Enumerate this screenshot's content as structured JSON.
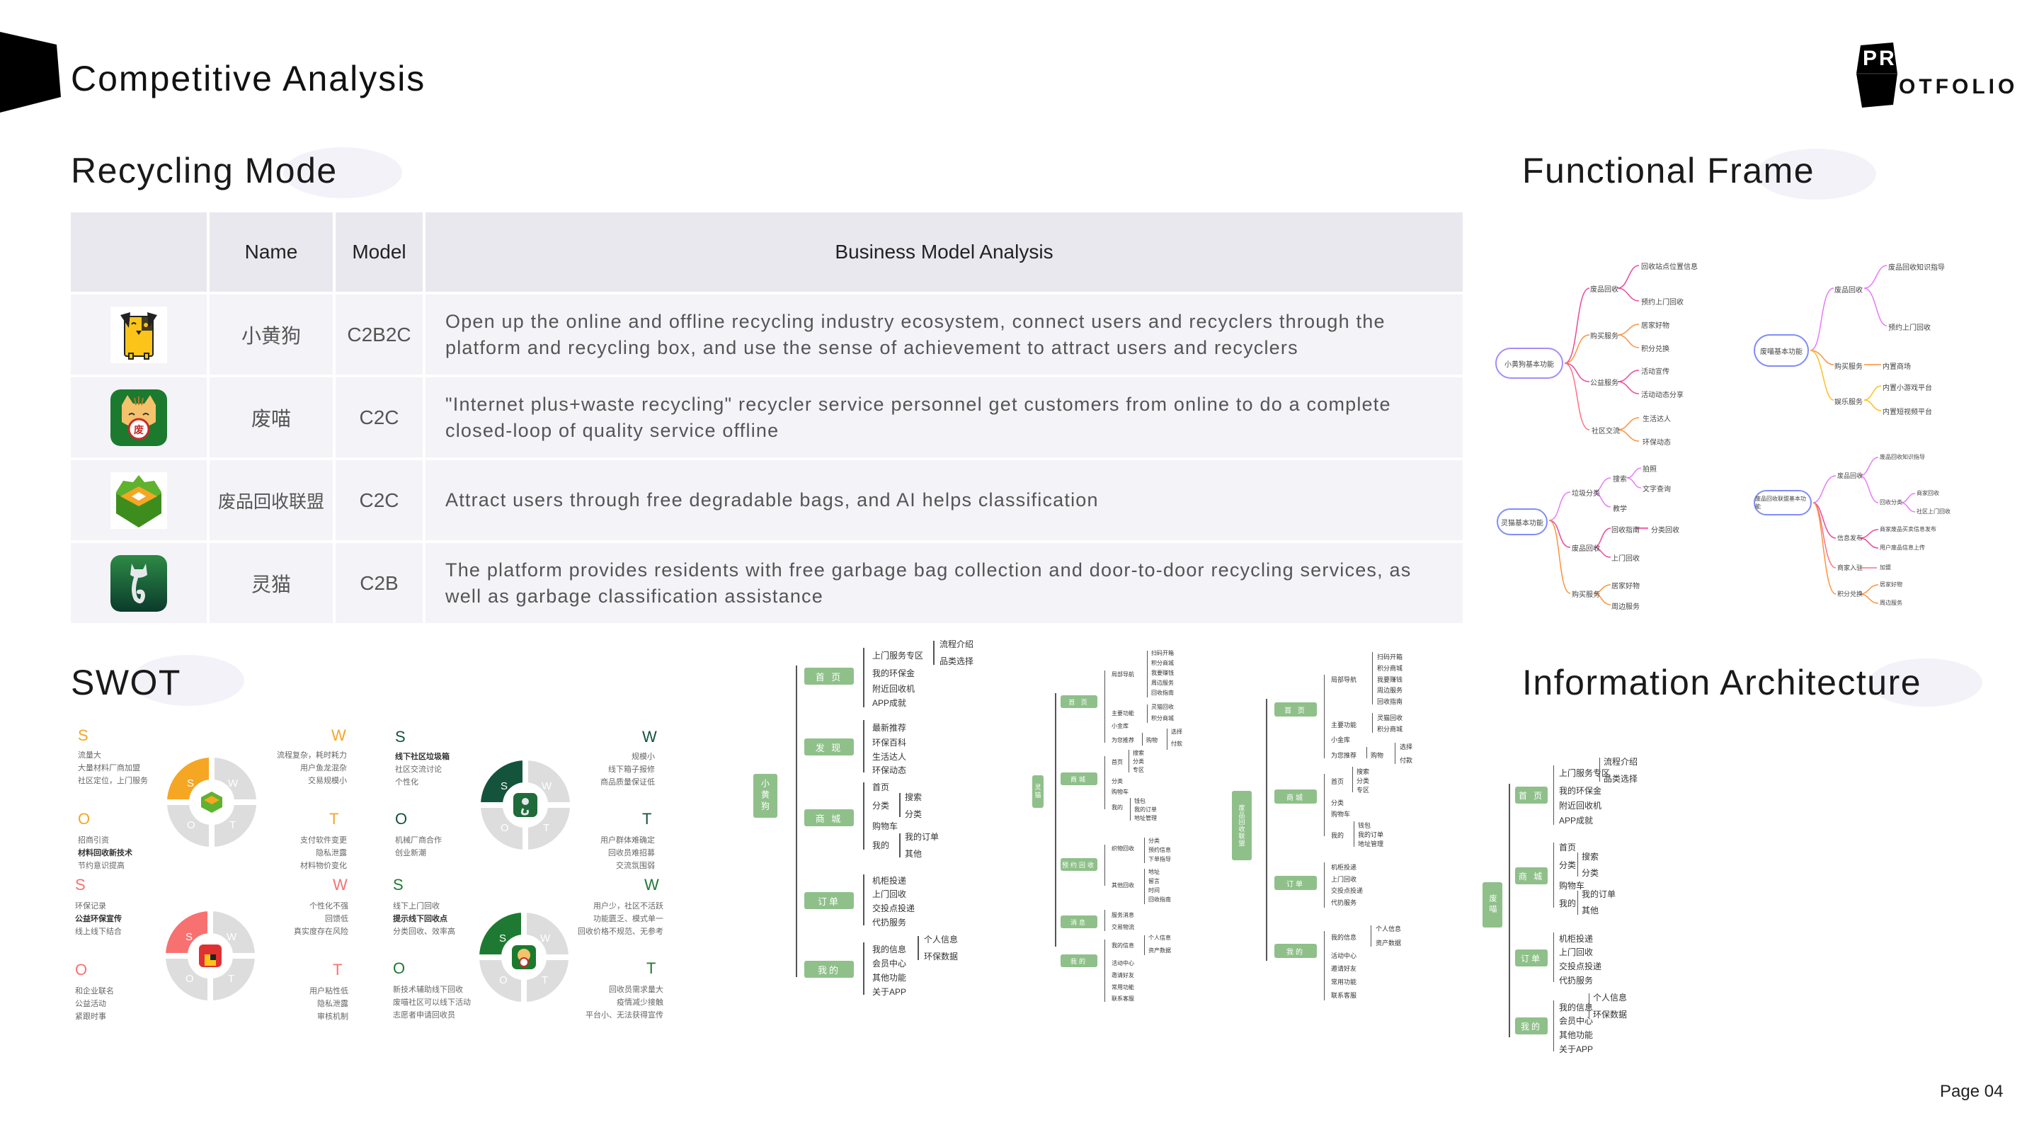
{
  "header": {
    "title": "Competitive Analysis",
    "logo": {
      "block_text": "PR",
      "rest_text": "OTFOLIO"
    }
  },
  "sections": {
    "recycling_mode": "Recycling Mode",
    "functional_frame": "Functional Frame",
    "swot": "SWOT",
    "information_architecture": "Information Architecture"
  },
  "table": {
    "headers": [
      "",
      "Name",
      "Model",
      "Business Model Analysis"
    ],
    "rows": [
      {
        "icon": "yellow-dog-app-icon",
        "name": "小黄狗",
        "model": "C2B2C",
        "analysis": "Open up the online and offline recycling industry ecosystem, connect users and recyclers through the platform and recycling box, and use the sense of achievement to attract users and recyclers"
      },
      {
        "icon": "waste-cat-app-icon",
        "name": "废喵",
        "model": "C2C",
        "analysis": "\"Internet plus+waste recycling\" recycler service personnel get customers from online to do a complete closed-loop of quality service offline"
      },
      {
        "icon": "recycling-alliance-app-icon",
        "name": "废品回收联盟",
        "model": "C2C",
        "analysis": "Attract users through free degradable bags, and AI helps classification"
      },
      {
        "icon": "spirit-cat-app-icon",
        "name": "灵猫",
        "model": "C2B",
        "analysis": "The platform provides residents with free garbage bag collection and door-to-door recycling services, as well as garbage classification assistance"
      }
    ]
  },
  "swot": [
    {
      "app": "废品回收联盟",
      "color": "#f5a623",
      "S": {
        "label": "S",
        "items": [
          "流量大",
          "大量材料厂商加盟",
          "社区定位，上门服务"
        ]
      },
      "W": {
        "label": "W",
        "items": [
          "流程复杂，耗时耗力",
          "用户鱼龙混杂",
          "交易规模小"
        ]
      },
      "O": {
        "label": "O",
        "items": [
          "招商引资",
          "材料回收新技术",
          "节约意识提高"
        ],
        "strong_index": 1
      },
      "T": {
        "label": "T",
        "items": [
          "支付软件变更",
          "隐私泄露",
          "材料物价变化"
        ]
      }
    },
    {
      "app": "小黄狗",
      "color": "#f87171",
      "S": {
        "label": "S",
        "items": [
          "环保记录",
          "公益环保宣传",
          "线上线下结合"
        ],
        "strong_index": 1
      },
      "W": {
        "label": "W",
        "items": [
          "个性化不强",
          "回馈低",
          "真实度存在风险"
        ]
      },
      "O": {
        "label": "O",
        "items": [
          "和企业联名",
          "公益活动",
          "紧跟时事"
        ]
      },
      "T": {
        "label": "T",
        "items": [
          "用户粘性低",
          "隐私泄露",
          "审核机制"
        ]
      }
    },
    {
      "app": "灵猫",
      "color": "#14533c",
      "S": {
        "label": "S",
        "items": [
          "线下社区垃圾箱",
          "社区交流讨论",
          "个性化"
        ],
        "strong_index": 0
      },
      "W": {
        "label": "W",
        "items": [
          "规模小",
          "线下箱子报修",
          "商品质量保证低"
        ]
      },
      "O": {
        "label": "O",
        "items": [
          "机械厂商合作",
          "创业新潮"
        ]
      },
      "T": {
        "label": "T",
        "items": [
          "用户群体难确定",
          "回收员难招募",
          "交流氛围弱"
        ]
      }
    },
    {
      "app": "废喵",
      "color": "#1e7a32",
      "S": {
        "label": "S",
        "items": [
          "线下上门回收",
          "提示线下回收点",
          "分类回收、效率高"
        ],
        "strong_index": 1
      },
      "W": {
        "label": "W",
        "items": [
          "用户少，社区不活跃",
          "功能匮乏、模式单一",
          "回收价格不规范、无参考"
        ]
      },
      "O": {
        "label": "O",
        "items": [
          "新技术辅助线下回收",
          "废喵社区可以线下活动",
          "志愿者申请回收员"
        ]
      },
      "T": {
        "label": "T",
        "items": [
          "回收员需求量大",
          "疫情减少接触",
          "平台小、无法获得宣传"
        ]
      }
    }
  ],
  "functional_frame": [
    {
      "root": "小黄狗基本功能",
      "branches": [
        {
          "label": "废品回收",
          "children": [
            "回收站点位置信息",
            "预约上门回收"
          ]
        },
        {
          "label": "购买服务",
          "children": [
            "居家好物",
            "积分兑换"
          ]
        },
        {
          "label": "公益服务",
          "children": [
            "活动宣传",
            "活动动态分享"
          ]
        },
        {
          "label": "社区交流",
          "children": [
            "生活达人",
            "环保动态"
          ]
        }
      ]
    },
    {
      "root": "废喵基本功能",
      "branches": [
        {
          "label": "废品回收",
          "children": [
            "废品回收知识指导",
            "预约上门回收"
          ]
        },
        {
          "label": "购买服务",
          "children": [
            "内置商场"
          ]
        },
        {
          "label": "娱乐服务",
          "children": [
            "内置小游戏平台",
            "内置短视频平台"
          ]
        }
      ]
    },
    {
      "root": "灵猫基本功能",
      "branches": [
        {
          "label": "垃圾分类",
          "children": [
            "搜索",
            "教学"
          ],
          "grandchildren": [
            "拍照",
            "文字查询"
          ]
        },
        {
          "label": "废品回收",
          "children": [
            "回收指南",
            "上门回收"
          ],
          "grandchildren": [
            "分类回收"
          ]
        },
        {
          "label": "购买服务",
          "children": [
            "居家好物",
            "周边服务"
          ]
        }
      ]
    },
    {
      "root": "废品回收联盟基本功能",
      "branches": [
        {
          "label": "废品回收",
          "children": [
            "废品回收知识指导",
            "回收分类"
          ],
          "grandchildren": [
            "商家回收",
            "社区上门回收"
          ]
        },
        {
          "label": "信息发布",
          "children": [
            "商家废品买卖信息发布",
            "用户废品信息上传"
          ]
        },
        {
          "label": "商家入驻",
          "children": [
            "加盟"
          ]
        },
        {
          "label": "积分兑换",
          "children": [
            "居家好物",
            "周边服务"
          ]
        }
      ]
    }
  ],
  "information_architecture": [
    {
      "root": "小黄狗",
      "sections": [
        {
          "label": "首 页",
          "items": [
            "上门服务专区",
            "我的环保金",
            "附近回收机",
            "APP成就"
          ],
          "sub": {
            "上门服务专区": [
              "流程介绍",
              "品类选择"
            ]
          }
        },
        {
          "label": "发 现",
          "items": [
            "最新推荐",
            "环保百科",
            "生活达人",
            "环保动态"
          ]
        },
        {
          "label": "商 城",
          "items": [
            "首页",
            "分类",
            "购物车",
            "我的"
          ],
          "sub": {
            "分类": [
              "搜索",
              "分类"
            ],
            "我的": [
              "我的订单",
              "其他"
            ]
          }
        },
        {
          "label": "订单",
          "items": [
            "机柜投递",
            "上门回收",
            "交投点投递",
            "代扔服务"
          ]
        },
        {
          "label": "我的",
          "items": [
            "我的信息",
            "会员中心",
            "其他功能",
            "关于APP"
          ],
          "sub": {
            "我的信息": [
              "个人信息",
              "环保数据"
            ]
          }
        }
      ]
    },
    {
      "root": "灵猫",
      "sections": [
        {
          "label": "首 页",
          "items": [
            "局部导航",
            "主要功能",
            "小金库",
            "为您推荐"
          ],
          "sub": {
            "局部导航": [
              "扫码开箱",
              "积分商城",
              "我要赚钱",
              "周边服务",
              "回收指南"
            ],
            "主要功能": [
              "灵猫回收",
              "积分商城"
            ],
            "为您推荐": [
              "购物"
            ],
            "购物": [
              "选择",
              "付款"
            ]
          }
        },
        {
          "label": "商城",
          "items": [
            "首页",
            "分类",
            "购物车",
            "我的"
          ],
          "sub": {
            "首页": [
              "搜索",
              "分类",
              "专区"
            ],
            "我的": [
              "钱包",
              "我的订单",
              "地址管理"
            ]
          }
        },
        {
          "label": "预约回收",
          "items": [
            "织物回收",
            "其他回收"
          ],
          "sub": {
            "织物回收": [
              "分类",
              "预约信息",
              "下单指导"
            ],
            "其他回收": [
              "地址",
              "留言",
              "时间",
              "回收指南"
            ]
          }
        },
        {
          "label": "消息",
          "items": [
            "服务消息",
            "交易物流"
          ]
        },
        {
          "label": "我的",
          "items": [
            "我的信息",
            "活动中心",
            "邀请好友",
            "常用功能",
            "联系客服"
          ],
          "sub": {
            "我的信息": [
              "个人信息",
              "资产数据"
            ]
          }
        }
      ]
    },
    {
      "root": "废品回收联盟",
      "sections": [
        {
          "label": "首 页",
          "items": [
            "局部导航",
            "主要功能",
            "小金库",
            "为您推荐"
          ],
          "sub": {
            "局部导航": [
              "扫码开箱",
              "积分商城",
              "我要赚钱",
              "周边服务",
              "回收指南"
            ],
            "主要功能": [
              "灵猫回收",
              "积分商城"
            ],
            "为您推荐": [
              "购物"
            ],
            "购物": [
              "选择",
              "付款"
            ]
          }
        },
        {
          "label": "商城",
          "items": [
            "首页",
            "分类",
            "购物车",
            "我的"
          ],
          "sub": {
            "首页": [
              "搜索",
              "分类",
              "专区"
            ],
            "我的": [
              "钱包",
              "我的订单",
              "地址管理"
            ]
          }
        },
        {
          "label": "订单",
          "items": [
            "机柜投递",
            "上门回收",
            "交投点投递",
            "代扔服务"
          ]
        },
        {
          "label": "我的",
          "items": [
            "我的信息",
            "活动中心",
            "邀请好友",
            "常用功能",
            "联系客服"
          ],
          "sub": {
            "我的信息": [
              "个人信息",
              "资产数据"
            ]
          }
        }
      ]
    },
    {
      "root": "废喵",
      "sections": [
        {
          "label": "首 页",
          "items": [
            "上门服务专区",
            "我的环保金",
            "附近回收机",
            "APP成就"
          ],
          "sub": {
            "上门服务专区": [
              "流程介绍",
              "品类选择"
            ]
          }
        },
        {
          "label": "商 城",
          "items": [
            "首页",
            "分类",
            "购物车",
            "我的"
          ],
          "sub": {
            "分类": [
              "搜索",
              "分类"
            ],
            "我的": [
              "我的订单",
              "其他"
            ]
          }
        },
        {
          "label": "订单",
          "items": [
            "机柜投递",
            "上门回收",
            "交投点投递",
            "代扔服务"
          ]
        },
        {
          "label": "我的",
          "items": [
            "我的信息",
            "会员中心",
            "其他功能",
            "关于APP"
          ],
          "sub": {
            "我的信息": [
              "个人信息",
              "环保数据"
            ]
          }
        }
      ]
    }
  ],
  "footer": {
    "page": "Page 04"
  },
  "colors": {
    "table_header_bg": "#e9e8ef",
    "table_cell_bg": "#f3f3f8",
    "ia_node_green": "#8fc08a",
    "title_ellipse": "#f3f2f8",
    "swot_gray": "#dddddd"
  }
}
